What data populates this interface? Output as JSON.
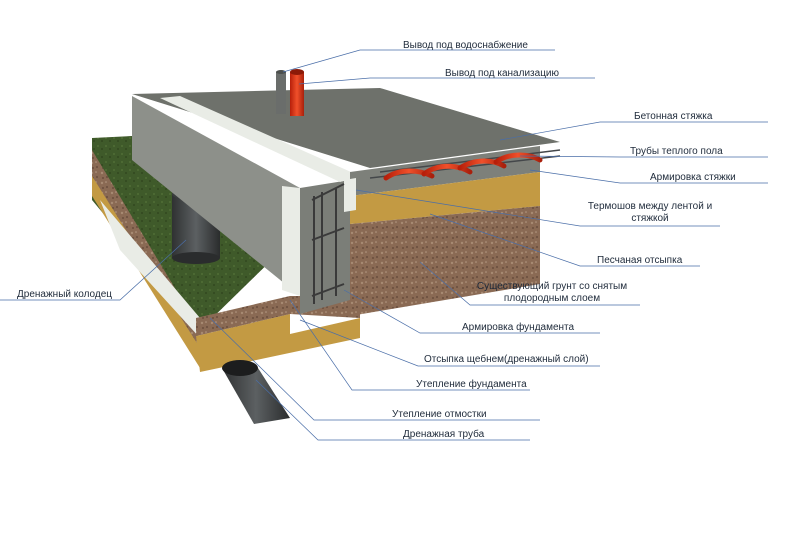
{
  "colors": {
    "grass": "#3f5a2a",
    "gravel": "#8a6a54",
    "sand": "#c39a43",
    "insulation": "#e9ece6",
    "concrete": "#7d807a",
    "concrete_top": "#6e716b",
    "pipe_red": "#d42a10",
    "leader": "#4a6ea8"
  },
  "labels": {
    "water_supply": "Вывод под водоснабжение",
    "sewer": "Вывод под канализацию",
    "screed": "Бетонная стяжка",
    "floor_pipes": "Трубы теплого пола",
    "screed_rebar": "Армировка стяжки",
    "thermal_break": "Термошов между лентой и стяжкой",
    "sand_fill": "Песчаная отсыпка",
    "existing_soil": "Существующий грунт со снятым плодородным слоем",
    "drain_well": "Дренажный колодец",
    "foundation_rebar": "Армировка фундамента",
    "gravel_fill": "Отсыпка щебнем(дренажный слой)",
    "foundation_insulation": "Утепление фундамента",
    "blind_area_insulation": "Утепление отмостки",
    "drain_pipe": "Дренажная труба"
  }
}
